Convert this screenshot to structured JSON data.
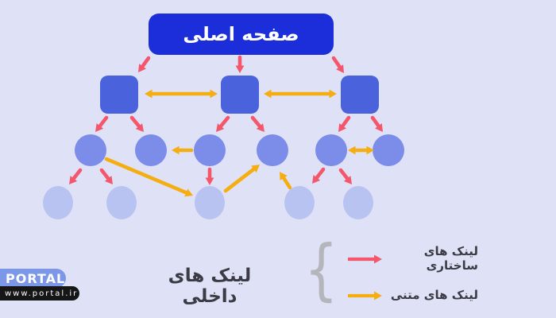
{
  "colors": {
    "background": "#dfe2f7",
    "home_box": "#1b2ed9",
    "node_label": "#ffffff",
    "level2_square": "#4a63dc",
    "level3_circle": "#7b8ce9",
    "level4_circle": "#b9c3f1",
    "structural_link": "#f4566b",
    "text_link": "#f4ae12",
    "caption_text": "#3b3b45",
    "brace": "#b5b5bc",
    "logo_pill": "#7d97e8",
    "logo_url_pill": "#161616"
  },
  "diagram": {
    "root_label": "صفحه اصلی",
    "levels": [
      {
        "level": 1,
        "shape": "rounded-rectangle",
        "nodes": [
          "home"
        ]
      },
      {
        "level": 2,
        "shape": "rounded-square",
        "nodes": [
          "s1",
          "s2",
          "s3"
        ]
      },
      {
        "level": 3,
        "shape": "circle",
        "nodes": [
          "c1",
          "c2",
          "c3",
          "c4",
          "c5",
          "c6"
        ]
      },
      {
        "level": 4,
        "shape": "circle",
        "nodes": [
          "b1",
          "b2",
          "b3",
          "b4",
          "b5"
        ]
      }
    ],
    "structural_links": [
      {
        "from": "home",
        "to": "s1"
      },
      {
        "from": "home",
        "to": "s2"
      },
      {
        "from": "home",
        "to": "s3"
      },
      {
        "from": "s1",
        "to": "c1"
      },
      {
        "from": "s1",
        "to": "c2"
      },
      {
        "from": "s2",
        "to": "c3"
      },
      {
        "from": "s2",
        "to": "c4"
      },
      {
        "from": "s3",
        "to": "c5"
      },
      {
        "from": "s3",
        "to": "c6"
      },
      {
        "from": "c1",
        "to": "b1"
      },
      {
        "from": "c1",
        "to": "b2"
      },
      {
        "from": "c3",
        "to": "b3"
      },
      {
        "from": "c5",
        "to": "b4"
      },
      {
        "from": "c5",
        "to": "b5"
      }
    ],
    "text_links": [
      {
        "from": "s1",
        "to": "s2",
        "bidirectional": true
      },
      {
        "from": "s2",
        "to": "s3",
        "bidirectional": true
      },
      {
        "from": "c3",
        "to": "c2",
        "bidirectional": false
      },
      {
        "from": "c5",
        "to": "c6",
        "bidirectional": true
      },
      {
        "from": "c1",
        "to": "b3",
        "bidirectional": false
      },
      {
        "from": "b3",
        "to": "c4",
        "bidirectional": false
      },
      {
        "from": "b4",
        "to": "c4",
        "bidirectional": false
      }
    ]
  },
  "caption": {
    "label": "لینک های داخلی",
    "brace": "{"
  },
  "legend": {
    "items": [
      {
        "type": "structural",
        "label": "لینک های ساختاری"
      },
      {
        "type": "text",
        "label": "لینک های متنی"
      }
    ]
  },
  "logo": {
    "name": "PORTAL",
    "url": "www.portal.ir"
  }
}
